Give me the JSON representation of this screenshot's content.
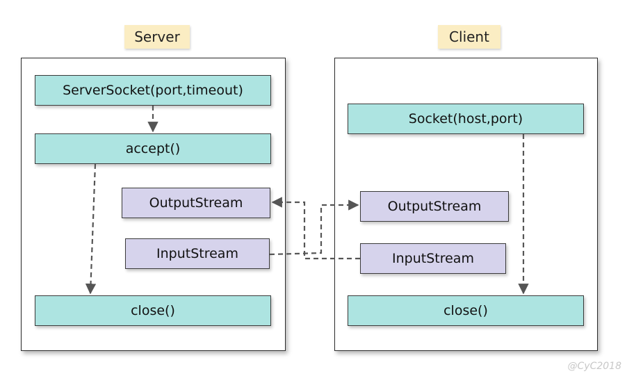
{
  "server": {
    "title": "Server",
    "server_socket_label": "ServerSocket(port,timeout)",
    "accept_label": "accept()",
    "output_stream_label": "OutputStream",
    "input_stream_label": "InputStream",
    "close_label": "close()"
  },
  "client": {
    "title": "Client",
    "socket_label": "Socket(host,port)",
    "output_stream_label": "OutputStream",
    "input_stream_label": "InputStream",
    "close_label": "close()"
  },
  "watermark": "@CyC2018",
  "colors": {
    "title_bg": "#fbedc3",
    "cyan_box": "#ade4e1",
    "lavender_box": "#d6d3ec",
    "arrow": "#555555"
  }
}
